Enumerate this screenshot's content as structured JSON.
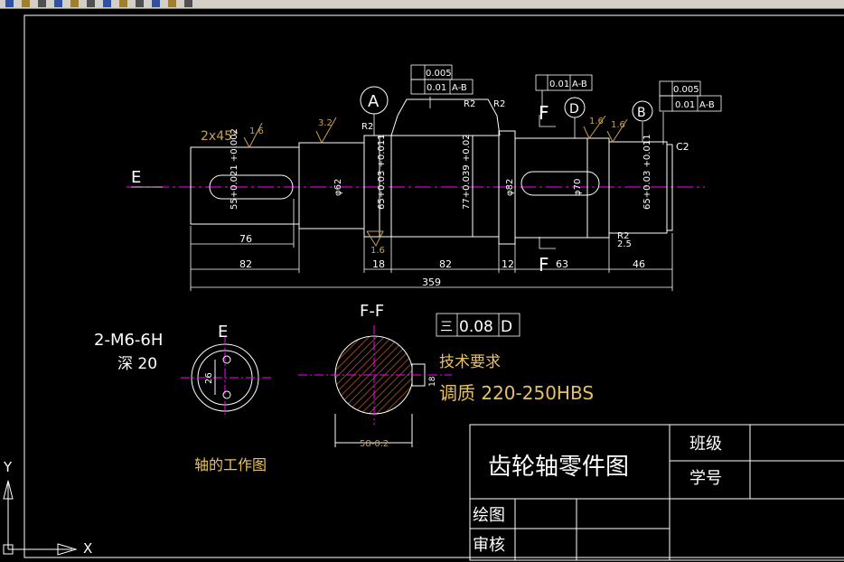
{
  "toolbar": {
    "icons": [
      "new-icon",
      "open-icon",
      "save-icon",
      "print-icon",
      "undo-icon",
      "redo-icon",
      "layer-icon",
      "properties-icon",
      "zoom-icon",
      "pan-icon",
      "match-icon",
      "help-icon"
    ]
  },
  "colors": {
    "background": "#000000",
    "lines": "#ffffff",
    "centerline": "#ff00ff",
    "annotation": "#c8a050",
    "hatch": "#a05030",
    "highlight_text": "#e8c060"
  },
  "drawing": {
    "section_E_left": "E",
    "section_F_top": "F",
    "section_F_bottom": "F",
    "datum_A": "A",
    "datum_D": "D",
    "datum_B": "B",
    "chamfer_left": "2x45°",
    "chamfer_right": "C2",
    "roughness": [
      "1.6",
      "3.2",
      "1.6",
      "1.6",
      "1.6"
    ],
    "radius_labels": [
      "R2",
      "R2",
      "R2",
      "R2"
    ],
    "dims_horizontal": [
      "76",
      "82",
      "18",
      "82",
      "12",
      "63",
      "46",
      "359",
      "2.5"
    ],
    "dims_vertical": [
      "55+0.021 +0.002",
      "φ62",
      "65+0.03 +0.011",
      "77+0.039 +0.02",
      "φ82",
      "φ70",
      "65+0.03 +0.011"
    ],
    "gdt_1": {
      "row1": "0.005",
      "row2_tol": "0.01",
      "row2_ref": "A-B"
    },
    "gdt_2": {
      "tol": "0.01",
      "ref": "A-B"
    },
    "gdt_3": {
      "row1": "0.005",
      "row2_tol": "0.01",
      "row2_ref": "A-B"
    },
    "gdt_4": {
      "symbol": "三",
      "tol": "0.08",
      "ref": "D"
    },
    "thread_label": "2-M6-6H",
    "depth_label": "深 20",
    "view_E": "E",
    "dim_26": "26",
    "section_title": "F-F",
    "section_width": "58-0.2",
    "keyway_depth": "18",
    "tech_title": "技术要求",
    "tech_body": "调质 220-250HBS",
    "view_caption": "轴的工作图"
  },
  "title_block": {
    "part_name": "齿轮轴零件图",
    "class_label": "班级",
    "student_no_label": "学号",
    "drawn_label": "绘图",
    "review_label": "审核"
  },
  "ucs": {
    "y_label": "Y",
    "x_label": "X"
  }
}
